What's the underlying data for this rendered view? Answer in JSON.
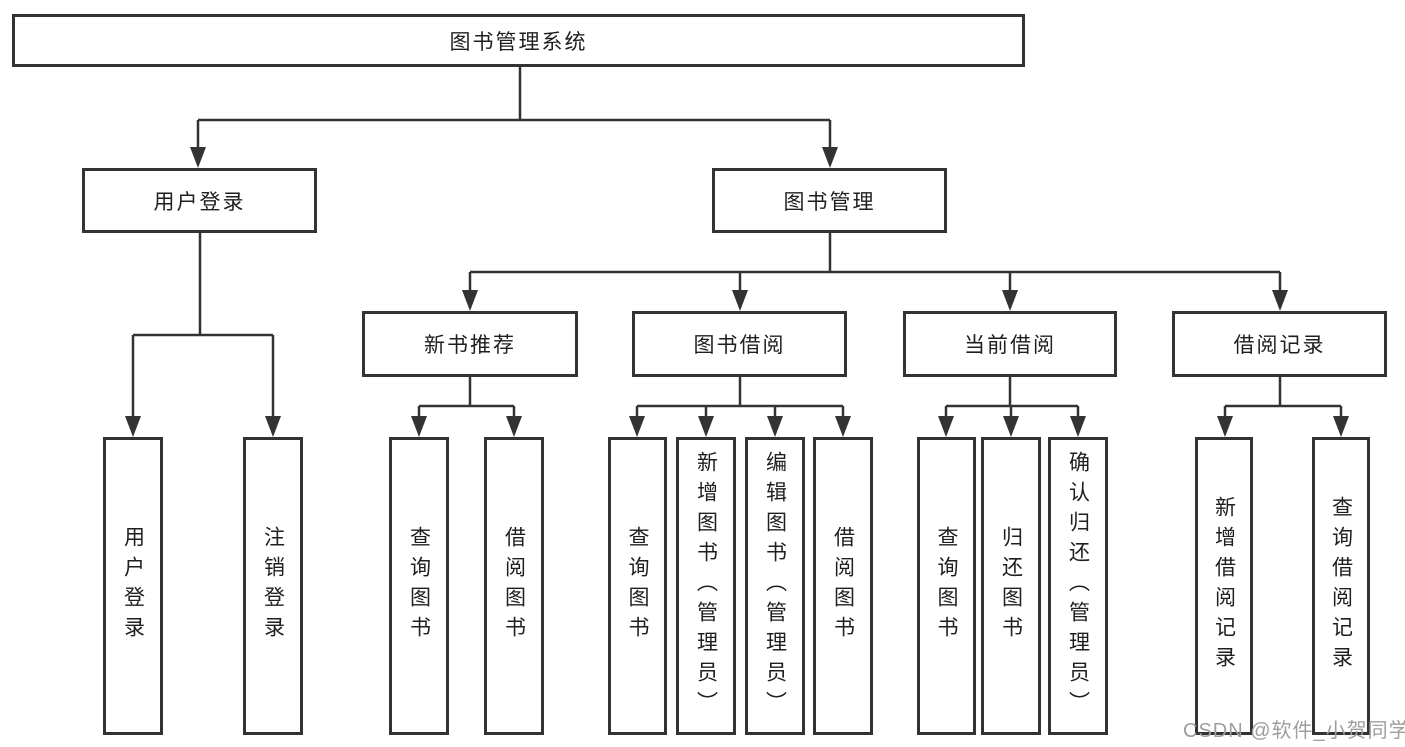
{
  "diagram": {
    "root": {
      "label": "图书管理系统"
    },
    "level2": [
      {
        "label": "用户登录"
      },
      {
        "label": "图书管理"
      }
    ],
    "level3": [
      {
        "label": "新书推荐"
      },
      {
        "label": "图书借阅"
      },
      {
        "label": "当前借阅"
      },
      {
        "label": "借阅记录"
      }
    ],
    "leaves": [
      {
        "label": "用户登录"
      },
      {
        "label": "注销登录"
      },
      {
        "label": "查询图书"
      },
      {
        "label": "借阅图书"
      },
      {
        "label": "查询图书"
      },
      {
        "label": "新增图书（管理员）"
      },
      {
        "label": "编辑图书（管理员）"
      },
      {
        "label": "借阅图书"
      },
      {
        "label": "查询图书"
      },
      {
        "label": "归还图书"
      },
      {
        "label": "确认归还（管理员）"
      },
      {
        "label": "新增借阅记录"
      },
      {
        "label": "查询借阅记录"
      }
    ]
  },
  "watermark": {
    "text": "CSDN @软件_小贺同学"
  },
  "colors": {
    "line": "#333333",
    "text": "#1f1f1f",
    "watermark": "#9e9e9e"
  }
}
